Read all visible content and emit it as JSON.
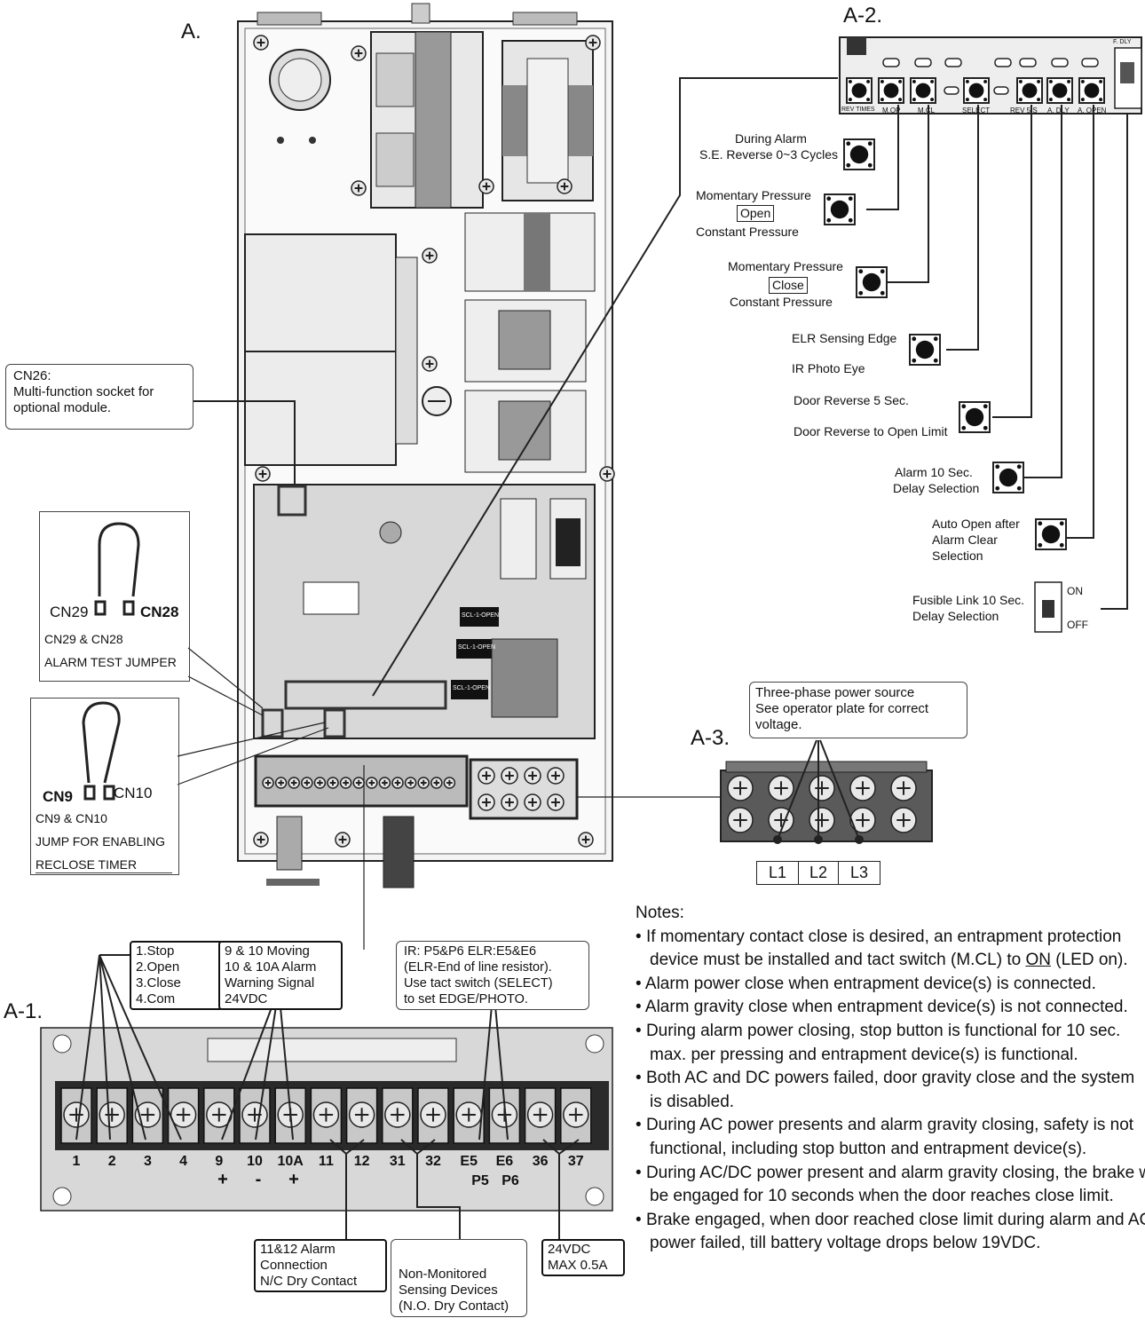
{
  "sections": {
    "a": "A.",
    "a1": "A-1.",
    "a2": "A-2.",
    "a3": "A-3."
  },
  "cn26": {
    "line1": "CN26:",
    "line2": "Multi-function socket for",
    "line3": "optional module."
  },
  "cn29_28": {
    "left": "CN29",
    "right": "CN28",
    "caption1": "CN29 & CN28",
    "caption2": "ALARM TEST JUMPER"
  },
  "cn9_10": {
    "left": "CN9",
    "right": "CN10",
    "caption1": "CN9 & CN10",
    "caption2": "JUMP FOR ENABLING",
    "caption3": "RECLOSE TIMER"
  },
  "a2_labels": {
    "rev_times": "REV TIMES",
    "mop": "M.OP",
    "mcl": "M.CL",
    "select": "SELECT",
    "rev5": "REV 5 S",
    "adly": "A. DLY",
    "aopen": "A. OPEN",
    "fdly": "F. DLY"
  },
  "switches": {
    "alarm_rev": {
      "l1": "During Alarm",
      "l2": "S.E. Reverse 0~3 Cycles"
    },
    "mop": {
      "l1": "Momentary Pressure",
      "tag": "Open",
      "l3": "Constant Pressure"
    },
    "mcl": {
      "l1": "Momentary Pressure",
      "tag": "Close",
      "l3": "Constant Pressure"
    },
    "select": {
      "l1": "ELR Sensing Edge",
      "l2": "IR Photo Eye"
    },
    "rev5": {
      "l1": "Door Reverse 5 Sec.",
      "l2": "Door Reverse to Open Limit"
    },
    "adly": {
      "l1": "Alarm 10 Sec.",
      "l2": "Delay Selection"
    },
    "aopen": {
      "l1": "Auto Open after",
      "l2": "Alarm Clear",
      "l3": "Selection"
    },
    "fdly": {
      "l1": "Fusible Link 10 Sec.",
      "l2": "Delay Selection",
      "on": "ON",
      "off": "OFF"
    }
  },
  "power": {
    "l1": "Three-phase power source",
    "l2": "See operator plate for correct",
    "l3": "voltage.",
    "phases": [
      "L1",
      "L2",
      "L3"
    ]
  },
  "a1": {
    "stop_box": [
      "1.Stop",
      "2.Open",
      "3.Close",
      "4.Com"
    ],
    "moving_box": [
      "9 & 10 Moving",
      "10 & 10A Alarm",
      "Warning Signal",
      "24VDC"
    ],
    "ir_box": [
      "IR: P5&P6   ELR:E5&E6",
      "(ELR-End of line resistor).",
      "Use tact switch (SELECT)",
      "to set EDGE/PHOTO."
    ],
    "terminals": [
      "1",
      "2",
      "3",
      "4",
      "9",
      "10",
      "10A",
      "11",
      "12",
      "31",
      "32",
      "E5",
      "E6",
      "36",
      "37"
    ],
    "signs": {
      "t9": "+",
      "t10": "-",
      "t10a": "+"
    },
    "sub": {
      "e5": "P5",
      "e6": "P6"
    },
    "alarm_box": [
      "11&12 Alarm",
      "Connection",
      "N/C Dry Contact"
    ],
    "nonmon_box": [
      "Non-Monitored",
      "Sensing Devices",
      "(N.O. Dry Contact)"
    ],
    "vdc_box": [
      "24VDC",
      "MAX 0.5A"
    ]
  },
  "notes": {
    "title": "Notes:",
    "n1a": "If momentary contact close is desired, an entrapment protection",
    "n1b": "device must be installed and tact switch (M.CL) to ",
    "n1u": "ON",
    "n1c": " (LED on).",
    "n2": "Alarm power close when entrapment device(s) is connected.",
    "n3": "Alarm gravity close when entrapment device(s) is not connected.",
    "n4a": "During alarm power closing, stop button is functional for 10 sec.",
    "n4b": "max. per pressing and entrapment device(s) is functional.",
    "n5a": "Both AC and DC powers failed, door gravity close and the system",
    "n5b": "is disabled.",
    "n6a": "During AC power presents and alarm gravity closing, safety is not",
    "n6b": "functional, including stop button and entrapment device(s).",
    "n7a": "During AC/DC power present and alarm gravity closing, the brake will",
    "n7b": "be engaged for 10 seconds when the door reaches close limit.",
    "n8a": "Brake engaged, when door reached close limit during alarm and AC",
    "n8b": "power failed, till battery voltage drops below 19VDC."
  },
  "pcb_chips": [
    "SCL-1-OPEN",
    "SCL-1-OPEN",
    "SCL-1-OPEN"
  ]
}
